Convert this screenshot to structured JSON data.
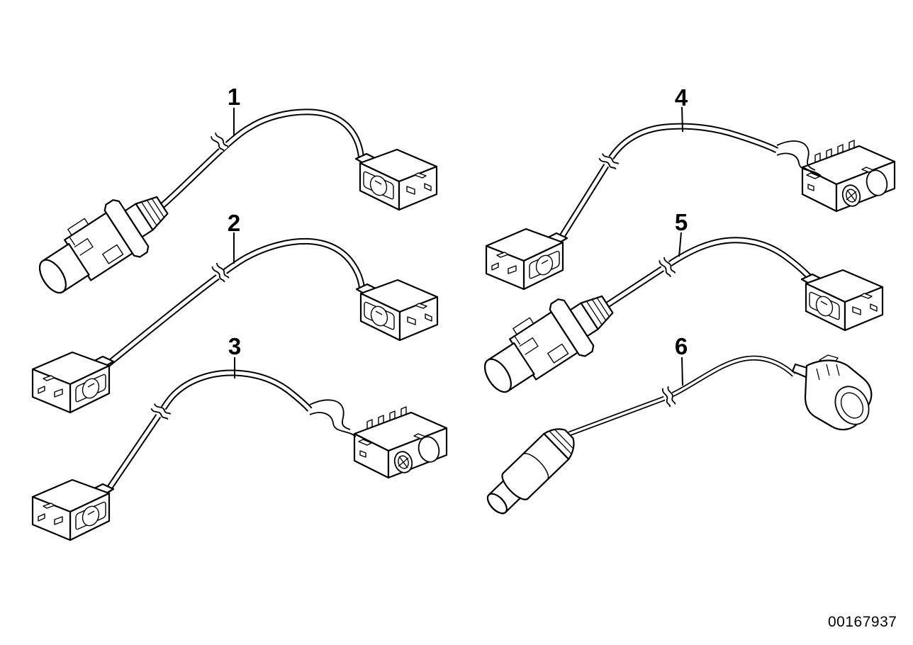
{
  "diagram": {
    "background_color": "#ffffff",
    "line_color": "#000000",
    "callouts": [
      {
        "number": "1"
      },
      {
        "number": "2"
      },
      {
        "number": "3"
      },
      {
        "number": "4"
      },
      {
        "number": "5"
      },
      {
        "number": "6"
      }
    ],
    "part_number": "00167937"
  }
}
